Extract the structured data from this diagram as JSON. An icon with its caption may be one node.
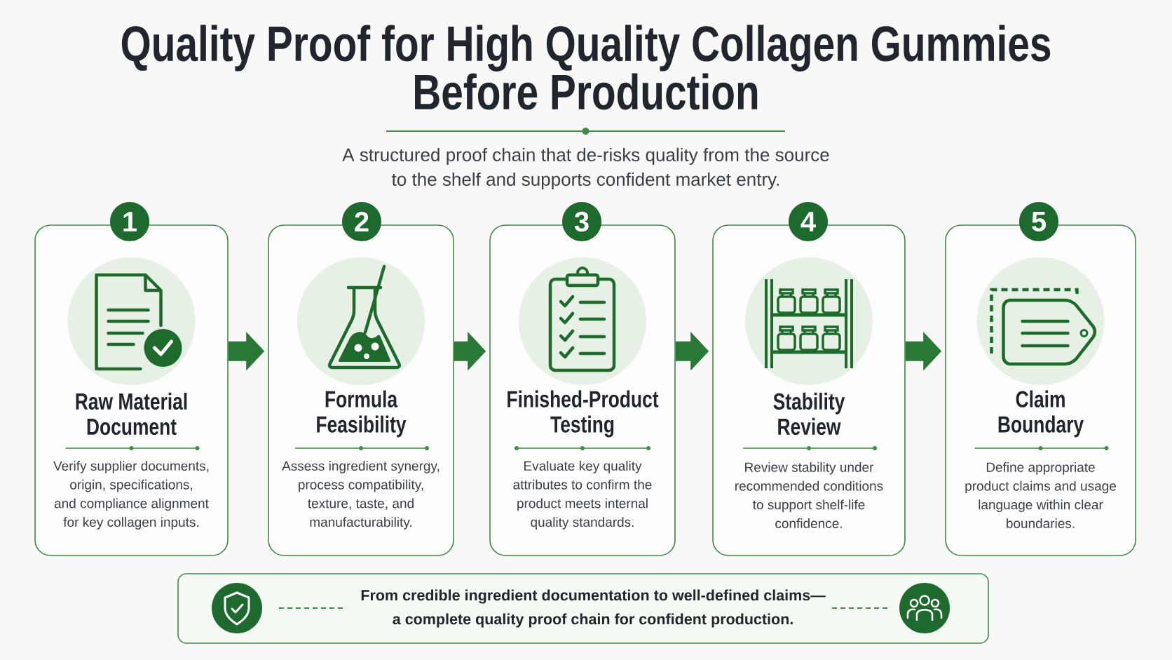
{
  "diagram": {
    "title": "Quality Proof for High Quality Collagen Gummies Before Production",
    "nodes": [
      {
        "text": [
          "1"
        ]
      },
      {
        "text": [
          "Raw Material Document",
          "Verify supplier documents, origin, specifications, and compliance alignment for key collagen inputs."
        ]
      },
      {
        "text": [
          "2"
        ]
      },
      {
        "text": [
          "Formula Feasibility",
          "Assess ingredient synergy, process compatibility, texture, taste, and manufacturability."
        ]
      },
      {
        "text": [
          "3"
        ]
      },
      {
        "text": [
          "Finished-Product Testing",
          "Evaluate key quality attributes to confirm the product meets internal quality standards."
        ]
      },
      {
        "text": [
          "4"
        ]
      },
      {
        "text": [
          "Stability Review",
          "Review stability under recommended conditions to support shelf-life confidence."
        ]
      },
      {
        "text": [
          "5"
        ]
      },
      {
        "text": [
          "Claim Boundary",
          "Define appropriate product claims and usage language within clear boundaries."
        ]
      },
      {
        "text": [
          "From credible ingredient documentation to well-defined claims— a complete quality proof chain for confident production."
        ]
      }
    ],
    "edges": [
      {
        "from": 1,
        "to": 3,
        "arrow": "to"
      },
      {
        "from": 3,
        "to": 5,
        "arrow": "to"
      },
      {
        "from": 5,
        "to": 7,
        "arrow": "to"
      },
      {
        "from": 7,
        "to": 9,
        "arrow": "to"
      }
    ],
    "labels": [
      "A structured proof chain that de-risks quality from the source to the shelf and supports confident market entry."
    ]
  }
}
